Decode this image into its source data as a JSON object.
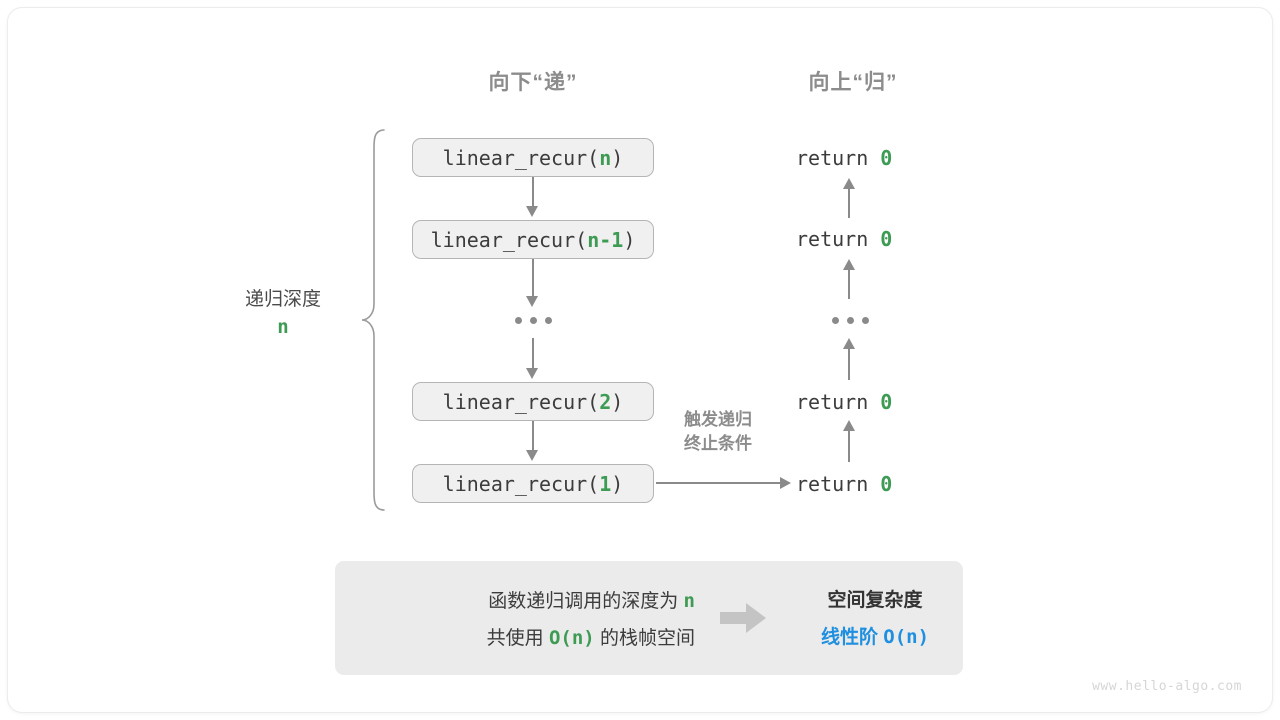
{
  "diagram": {
    "title_left": "向下“递”",
    "title_right": "向上“归”",
    "watermark": "www.hello-algo.com",
    "depth_label": {
      "text": "递归深度",
      "value": "n"
    },
    "trigger_note": {
      "line1": "触发递归",
      "line2": "终止条件"
    },
    "call_stack": [
      {
        "name": "linear_recur(",
        "arg": "n",
        "close": ")"
      },
      {
        "name": "linear_recur(",
        "arg": "n-1",
        "close": ")"
      },
      {
        "name": "linear_recur(",
        "arg": "2",
        "close": ")"
      },
      {
        "name": "linear_recur(",
        "arg": "1",
        "close": ")"
      }
    ],
    "returns": [
      {
        "keyword": "return",
        "value": "0"
      },
      {
        "keyword": "return",
        "value": "0"
      },
      {
        "keyword": "return",
        "value": "0"
      },
      {
        "keyword": "return",
        "value": "0"
      }
    ],
    "ellipsis": "...",
    "summary": {
      "left_line1_prefix": "函数递归调用的深度为 ",
      "left_line1_value": "n",
      "left_line2_prefix": "共使用 ",
      "left_line2_value": "O(n)",
      "left_line2_suffix": " 的栈帧空间",
      "arrow_icon": "right-block-arrow",
      "right_title": "空间复杂度",
      "right_value_text": "线性阶 ",
      "right_value_mono": "O(n)"
    },
    "colors": {
      "accent_green": "#3e9b54",
      "accent_blue": "#1f8fe0",
      "stroke_gray": "#8a8a8a",
      "box_fill": "#f0f0f0",
      "panel_fill": "#ebebeb"
    }
  }
}
